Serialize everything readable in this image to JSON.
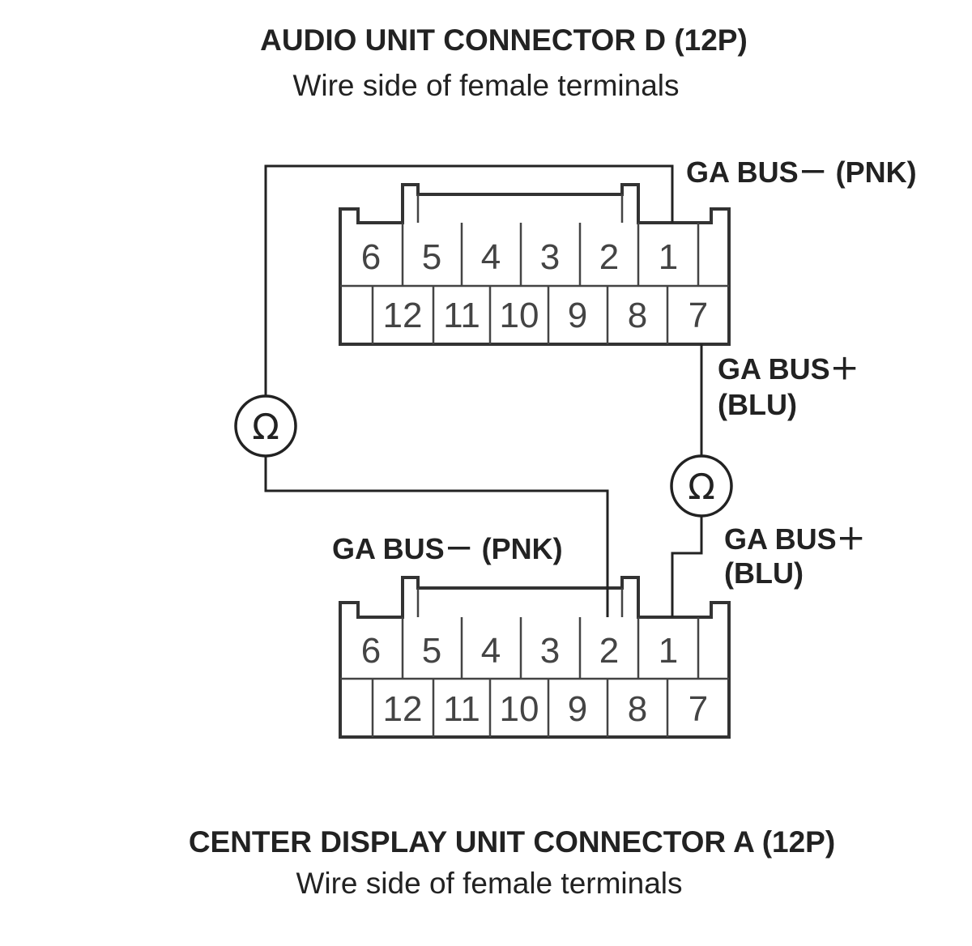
{
  "top_connector": {
    "title": "AUDIO UNIT CONNECTOR D (12P)",
    "subtitle": "Wire side of female terminals",
    "top_row": [
      "6",
      "5",
      "4",
      "3",
      "2",
      "1"
    ],
    "bottom_row": [
      "12",
      "11",
      "10",
      "9",
      "8",
      "7"
    ]
  },
  "bottom_connector": {
    "title": "CENTER DISPLAY UNIT CONNECTOR A (12P)",
    "subtitle": "Wire side of female terminals",
    "top_row": [
      "6",
      "5",
      "4",
      "3",
      "2",
      "1"
    ],
    "bottom_row": [
      "12",
      "11",
      "10",
      "9",
      "8",
      "7"
    ]
  },
  "wires": {
    "top_pnk": "GA BUS－ (PNK)",
    "top_blu_line1": "GA BUS＋",
    "top_blu_line2": "(BLU)",
    "bottom_pnk": "GA BUS－ (PNK)",
    "bottom_blu_line1": "GA BUS＋",
    "bottom_blu_line2": "(BLU)"
  },
  "meters": {
    "left_symbol": "Ω",
    "right_symbol": "Ω"
  }
}
